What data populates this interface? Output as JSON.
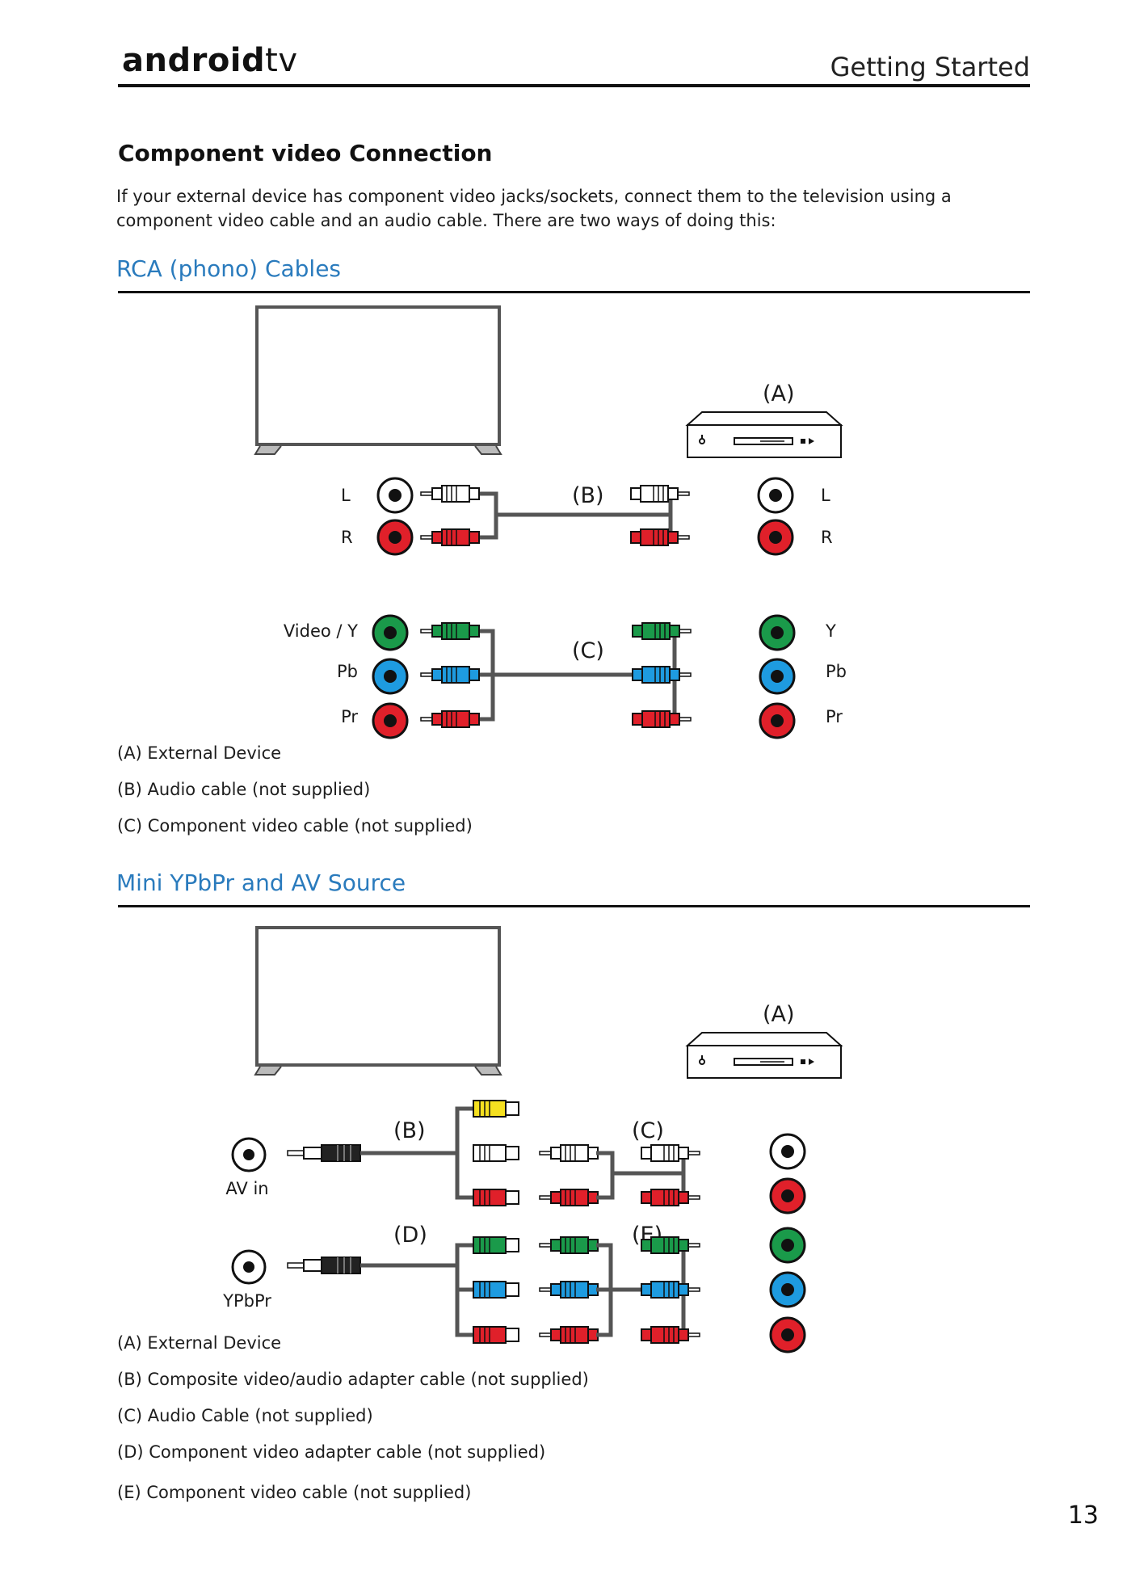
{
  "header": {
    "logo_bold": "android",
    "logo_light": "tv",
    "section": "Getting Started"
  },
  "heading": "Component video Connection",
  "intro": "If your external device has component video jacks/sockets, connect them to the television using a component video cable and an audio cable. There are two ways of doing this:",
  "rca_section": {
    "title": "RCA (phono) Cables",
    "device_label": "(A)",
    "audio_cable_label": "(B)",
    "video_cable_label": "(C)",
    "tv_audio_ports": [
      "L",
      "R"
    ],
    "device_audio_ports": [
      "L",
      "R"
    ],
    "tv_video_ports": [
      "Video / Y",
      "Pb",
      "Pr"
    ],
    "device_video_ports": [
      "Y",
      "Pb",
      "Pr"
    ],
    "legend": [
      "(A) External Device",
      "(B) Audio cable (not supplied)",
      "(C) Component video cable (not supplied)"
    ]
  },
  "mini_section": {
    "title": "Mini YPbPr and AV Source",
    "device_label": "(A)",
    "labels": [
      "(B)",
      "(C)",
      "(D)",
      "(E)"
    ],
    "av_in_label": "AV in",
    "ypbpr_label": "YPbPr",
    "legend": [
      "(A) External Device",
      "(B) Composite video/audio adapter cable (not supplied)",
      "(C) Audio Cable (not supplied)",
      "(D) Component video adapter cable (not supplied)",
      "(E) Component video cable (not supplied)"
    ]
  },
  "colors": {
    "accent_blue": "#2a7bbd",
    "jack_white": "#ffffff",
    "jack_red": "#e0202a",
    "jack_green": "#1a9a4a",
    "jack_blue": "#1e9be0",
    "jack_yellow": "#f5e020"
  },
  "page_number": "13"
}
